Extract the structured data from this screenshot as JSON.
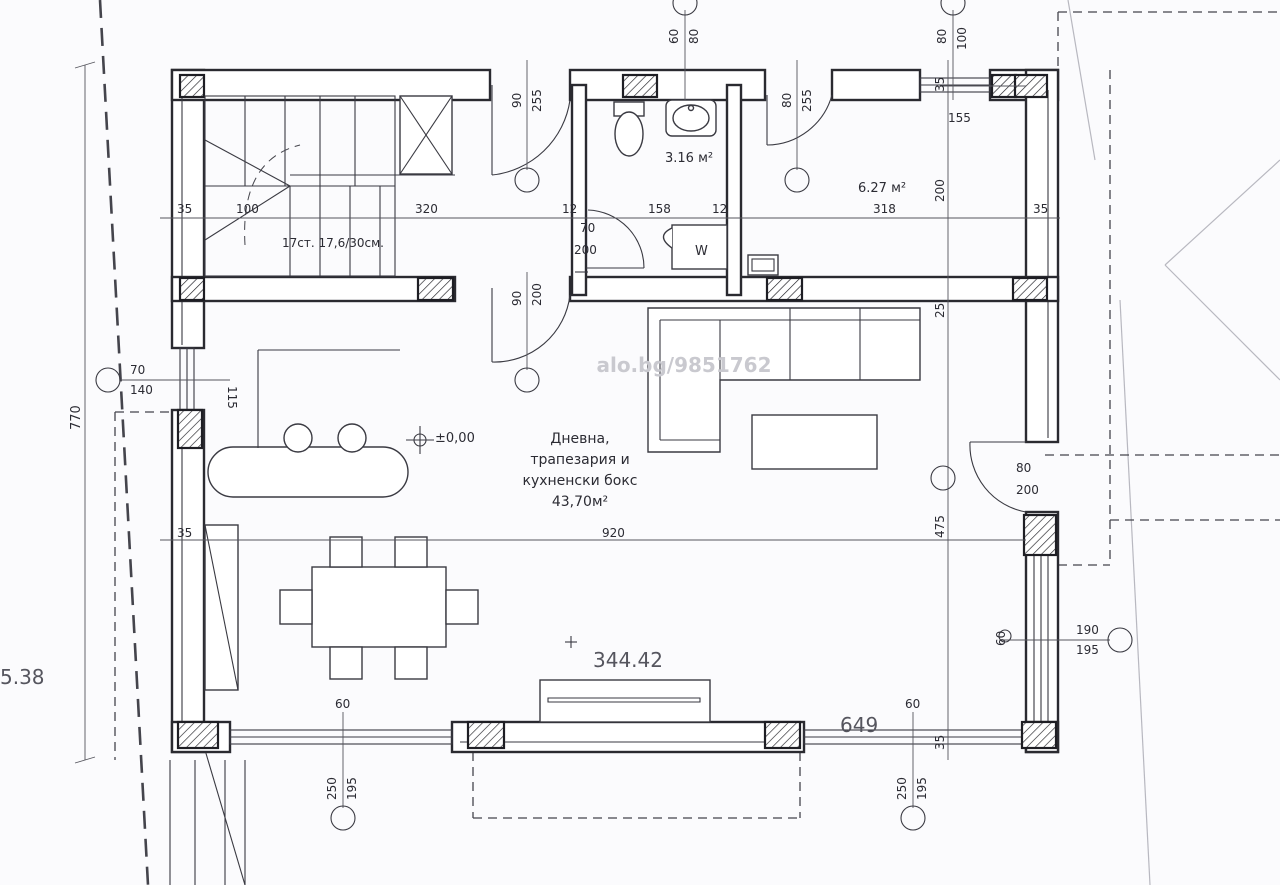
{
  "rooms": {
    "living_name_l1": "Дневна,",
    "living_name_l2": "трапезария и",
    "living_name_l3": "кухненски бокс",
    "living_area": "43,70м²",
    "wc_area": "3.16 м²",
    "room_area": "6.27 м²"
  },
  "stairs": {
    "label": "17ст. 17,6/30см."
  },
  "appliance": {
    "washer": "W"
  },
  "levels": {
    "floor_level": "±0,00",
    "terrain_elevation": "344.42",
    "side_elevation": "5.38",
    "mark_649": "649"
  },
  "watermark": "alo.bg/9851762",
  "dimensions": {
    "d35_tl": "35",
    "d100": "100",
    "d320": "320",
    "d12_a": "12",
    "d158": "158",
    "d12_b": "12",
    "d318": "318",
    "d35_tr": "35",
    "d70_door": "70",
    "d200_door": "200",
    "d90_top": "90",
    "d255_top": "255",
    "d60_top": "60",
    "d80_top": "80",
    "d80_r": "80",
    "d255_r": "255",
    "d80_tt": "80",
    "d100_tt": "100",
    "d35_t": "35",
    "d155": "155",
    "d200_vert": "200",
    "d90_mid": "90",
    "d200_mid": "200",
    "d25": "25",
    "d70_l": "70",
    "d140_l": "140",
    "d115": "115",
    "d770": "770",
    "d80_br": "80",
    "d200_br": "200",
    "d475": "475",
    "d35_ml": "35",
    "d920": "920",
    "d60_r": "60",
    "d190": "190",
    "d195_r": "195",
    "d60_b1": "60",
    "d250_b1": "250",
    "d195_b1": "195",
    "d60_b2": "60",
    "d250_b2": "250",
    "d195_b2": "195",
    "d35_b": "35"
  }
}
